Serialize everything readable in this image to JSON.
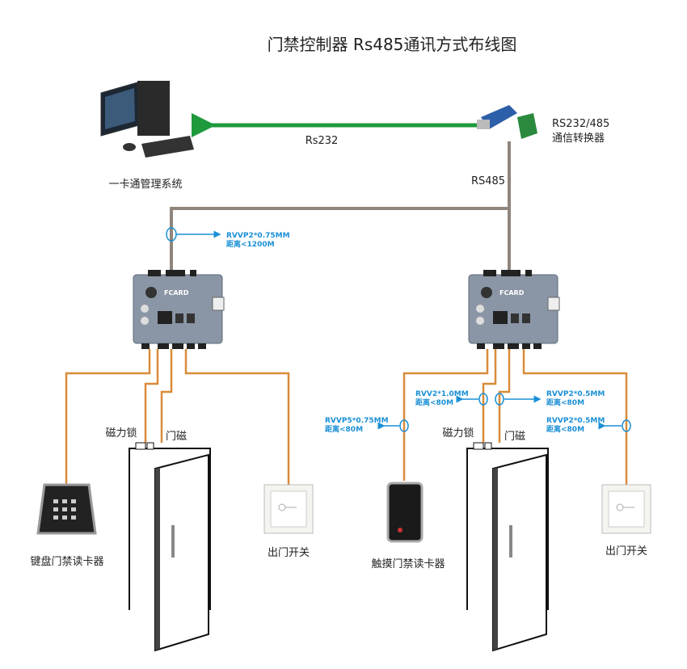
{
  "title": "门禁控制器 Rs485通讯方式布线图",
  "colors": {
    "rs232": "#1e9a3c",
    "bus": "#8f857c",
    "wire": "#d98b3a",
    "annotation": "#1a8fd6"
  },
  "pc": {
    "label": "一卡通管理系统",
    "icon": "desktop-computer-icon"
  },
  "link_rs232": {
    "label": "Rs232"
  },
  "converter": {
    "line1": "RS232/485",
    "line2": "通信转换器",
    "icon": "converter-icon"
  },
  "bus": {
    "label": "RS485",
    "cable": "RVVP2*0.75MM",
    "distance": "距离<1200M"
  },
  "controller": {
    "brand": "FCARD"
  },
  "left_unit": {
    "maglock": "磁力锁",
    "door_sensor": "门磁",
    "reader": "键盘门禁读卡器",
    "exit": "出门开关"
  },
  "right_unit": {
    "maglock": "磁力锁",
    "door_sensor": "门磁",
    "reader": "触摸门禁读卡器",
    "exit": "出门开关",
    "reader_cable": {
      "cable": "RVVP5*0.75MM",
      "distance": "距离<80M"
    },
    "maglock_cable": {
      "cable": "RVV2*1.0MM",
      "distance": "距离<80M"
    },
    "sensor_cable": {
      "cable": "RVVP2*0.5MM",
      "distance": "距离<80M"
    },
    "exit_cable": {
      "cable": "RVVP2*0.5MM",
      "distance": "距离<80M"
    }
  }
}
